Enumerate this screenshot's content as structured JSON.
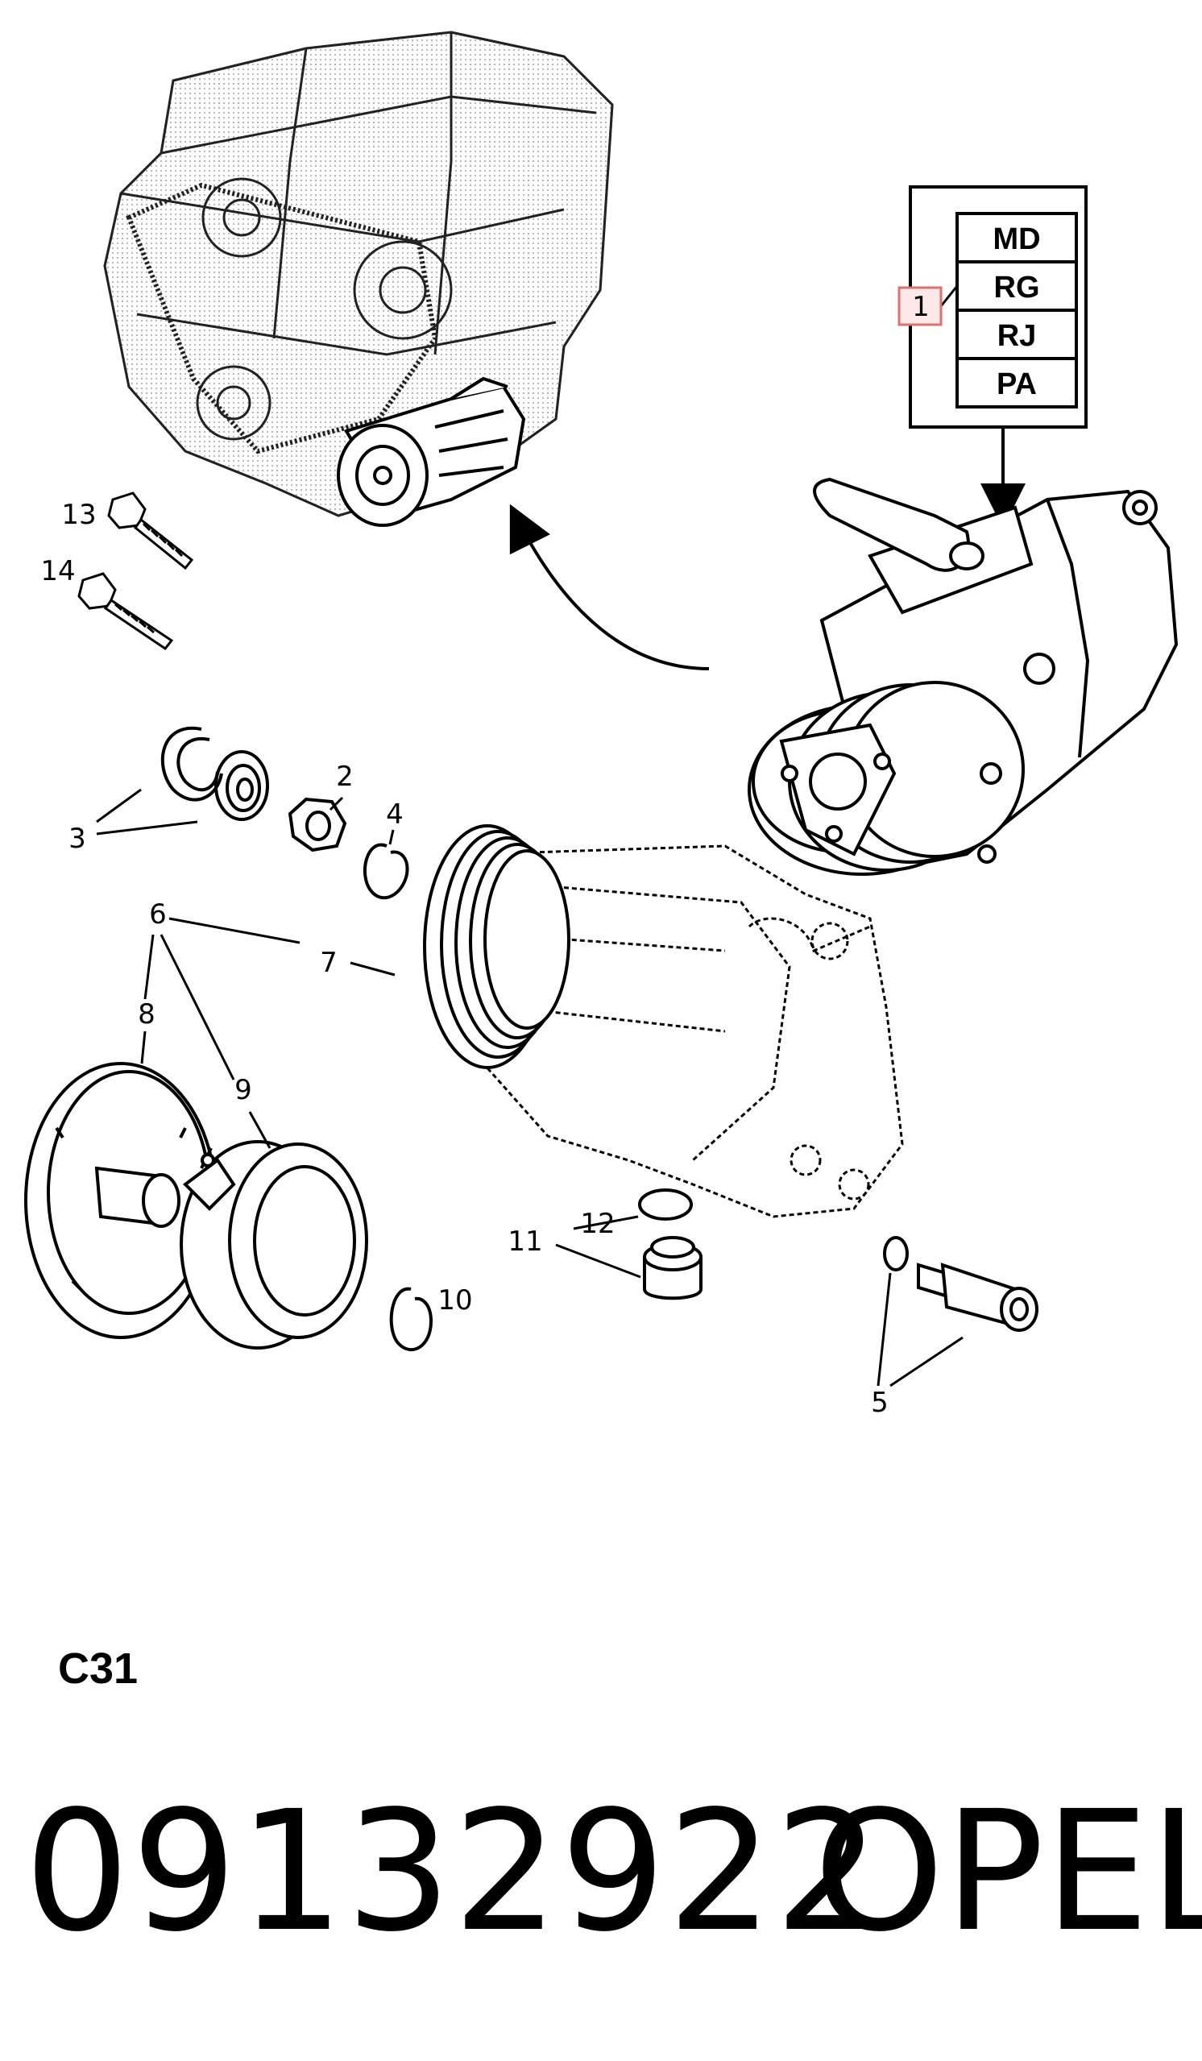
{
  "callouts": {
    "c1": "1",
    "c2": "2",
    "c3": "3",
    "c4": "4",
    "c5": "5",
    "c6": "6",
    "c7": "7",
    "c8": "8",
    "c9": "9",
    "c10": "10",
    "c11": "11",
    "c12": "12",
    "c13": "13",
    "c14": "14"
  },
  "variant_table": [
    "MD",
    "RG",
    "RJ",
    "PA"
  ],
  "section_code": "C31",
  "part_number": "09132922",
  "brand": "OPEL",
  "colors": {
    "line": "#000000",
    "highlight": "#e07070",
    "highlight_fill": "#fde8e8"
  }
}
